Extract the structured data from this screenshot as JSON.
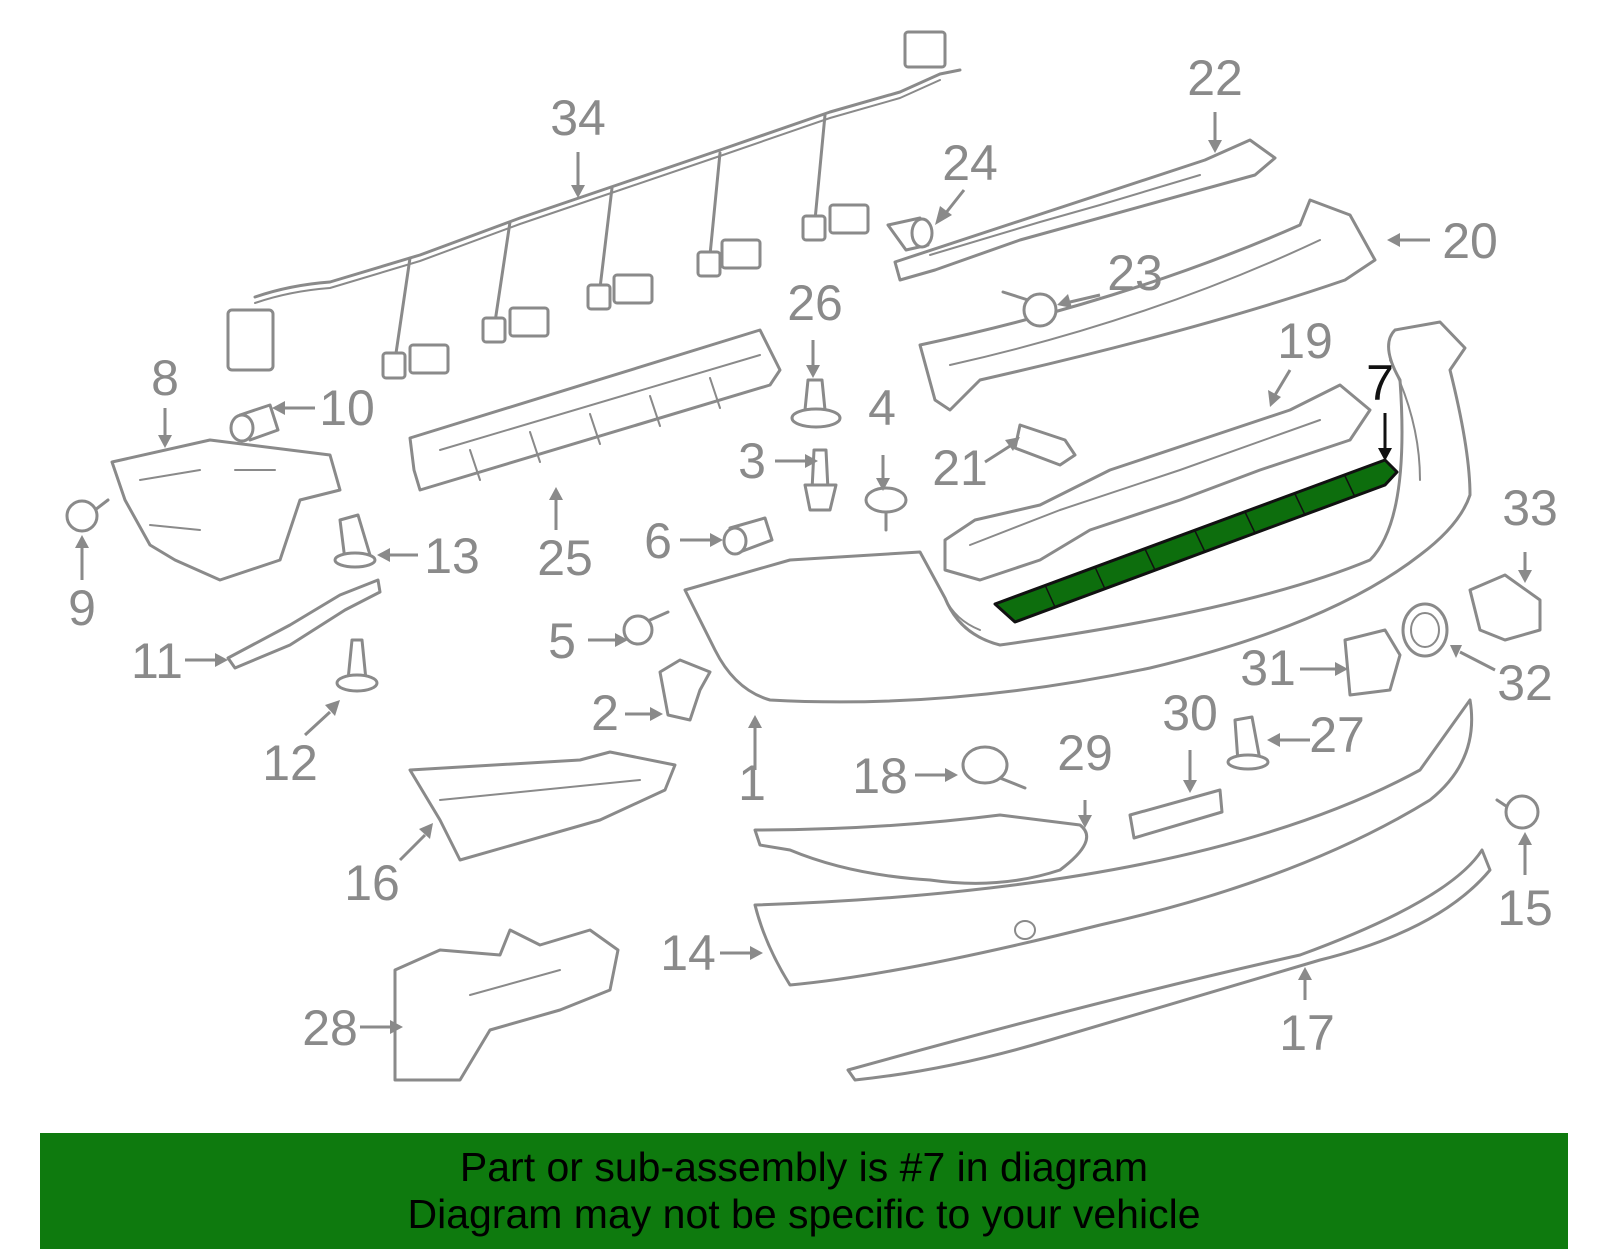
{
  "highlight_color": "#0e7a0e",
  "callouts": {
    "p1": "1",
    "p2": "2",
    "p3": "3",
    "p4": "4",
    "p5": "5",
    "p6": "6",
    "p7": "7",
    "p8": "8",
    "p9": "9",
    "p10": "10",
    "p11": "11",
    "p12": "12",
    "p13": "13",
    "p14": "14",
    "p15": "15",
    "p16": "16",
    "p17": "17",
    "p18": "18",
    "p19": "19",
    "p20": "20",
    "p21": "21",
    "p22": "22",
    "p23": "23",
    "p24": "24",
    "p25": "25",
    "p26": "26",
    "p27": "27",
    "p28": "28",
    "p29": "29",
    "p30": "30",
    "p31": "31",
    "p32": "32",
    "p33": "33",
    "p34": "34"
  },
  "banner": {
    "line1": "Part or sub-assembly is #7 in diagram",
    "line2": "Diagram may not be specific to your vehicle"
  }
}
